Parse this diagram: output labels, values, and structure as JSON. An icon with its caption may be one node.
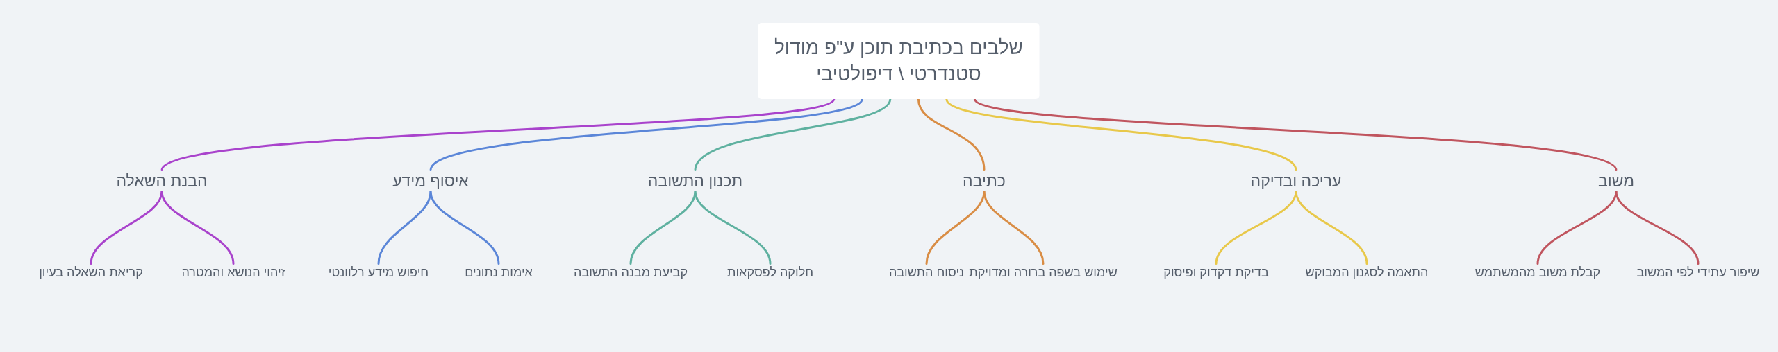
{
  "diagram": {
    "nodes": [
      {
        "text": [
          "שלבים בכתיבת תוכן ע\"פ מודול סטנדרטי \\ דיפולטיבי"
        ]
      },
      {
        "text": [
          "הבנת השאלה"
        ]
      },
      {
        "text": [
          "קריאת השאלה בעיון"
        ]
      },
      {
        "text": [
          "זיהוי הנושא והמטרה"
        ]
      },
      {
        "text": [
          "איסוף מידע"
        ]
      },
      {
        "text": [
          "חיפוש מידע רלוונטי"
        ]
      },
      {
        "text": [
          "אימות נתונים"
        ]
      },
      {
        "text": [
          "תכנון התשובה"
        ]
      },
      {
        "text": [
          "קביעת מבנה התשובה"
        ]
      },
      {
        "text": [
          "חלוקה לפסקאות"
        ]
      },
      {
        "text": [
          "כתיבה"
        ]
      },
      {
        "text": [
          "ניסוח התשובה"
        ]
      },
      {
        "text": [
          "שימוש בשפה ברורה ומדויקת"
        ]
      },
      {
        "text": [
          "עריכה ובדיקה"
        ]
      },
      {
        "text": [
          "בדיקת דקדוק ופיסוק"
        ]
      },
      {
        "text": [
          "התאמה לסגנון המבוקש"
        ]
      },
      {
        "text": [
          "משוב"
        ]
      },
      {
        "text": [
          "קבלת משוב מהמשתמש"
        ]
      },
      {
        "text": [
          "שיפור עתידי לפי המשוב"
        ]
      }
    ],
    "edges": [
      {
        "from": 0,
        "to": 1,
        "arrow": "none",
        "color": "#a943cc"
      },
      {
        "from": 1,
        "to": 2,
        "arrow": "none",
        "color": "#a943cc"
      },
      {
        "from": 1,
        "to": 3,
        "arrow": "none",
        "color": "#a943cc"
      },
      {
        "from": 0,
        "to": 4,
        "arrow": "none",
        "color": "#5b86d8"
      },
      {
        "from": 4,
        "to": 5,
        "arrow": "none",
        "color": "#5b86d8"
      },
      {
        "from": 4,
        "to": 6,
        "arrow": "none",
        "color": "#5b86d8"
      },
      {
        "from": 0,
        "to": 7,
        "arrow": "none",
        "color": "#5fb1a0"
      },
      {
        "from": 7,
        "to": 8,
        "arrow": "none",
        "color": "#5fb1a0"
      },
      {
        "from": 7,
        "to": 9,
        "arrow": "none",
        "color": "#5fb1a0"
      },
      {
        "from": 0,
        "to": 10,
        "arrow": "none",
        "color": "#d98d45"
      },
      {
        "from": 10,
        "to": 11,
        "arrow": "none",
        "color": "#d98d45"
      },
      {
        "from": 10,
        "to": 12,
        "arrow": "none",
        "color": "#d98d45"
      },
      {
        "from": 0,
        "to": 13,
        "arrow": "none",
        "color": "#e8c84a"
      },
      {
        "from": 13,
        "to": 14,
        "arrow": "none",
        "color": "#e8c84a"
      },
      {
        "from": 13,
        "to": 15,
        "arrow": "none",
        "color": "#e8c84a"
      },
      {
        "from": 0,
        "to": 16,
        "arrow": "none",
        "color": "#c0555f"
      },
      {
        "from": 16,
        "to": 17,
        "arrow": "none",
        "color": "#c0555f"
      },
      {
        "from": 16,
        "to": 18,
        "arrow": "none",
        "color": "#c0555f"
      }
    ]
  }
}
